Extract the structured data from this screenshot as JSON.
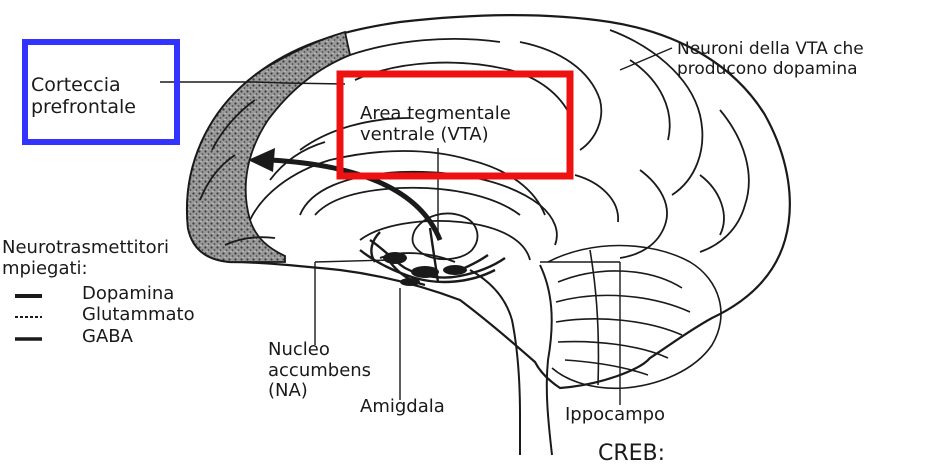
{
  "labels": {
    "cortex": [
      "Corteccia",
      "prefrontale"
    ],
    "vta": [
      "Area tegmentale",
      "ventrale (VTA)"
    ],
    "vta_neurons": [
      "Neuroni della VTA che",
      "producono dopamina"
    ],
    "neuro_title": [
      "Neurotrasmettitori",
      "mpiegati:"
    ],
    "legend": [
      "Dopamina",
      "Glutammato",
      "GABA"
    ],
    "nucleo": [
      "Nucleo",
      "accumbens",
      "(NA)"
    ],
    "amigdala": "Amigdala",
    "ippocampo": "Ippocampo",
    "creb": "CREB:"
  },
  "colors": {
    "cortex_box": "#3333ff",
    "vta_box": "#ee1111",
    "ink": "#1a1a1a",
    "stipple": "#555555"
  }
}
